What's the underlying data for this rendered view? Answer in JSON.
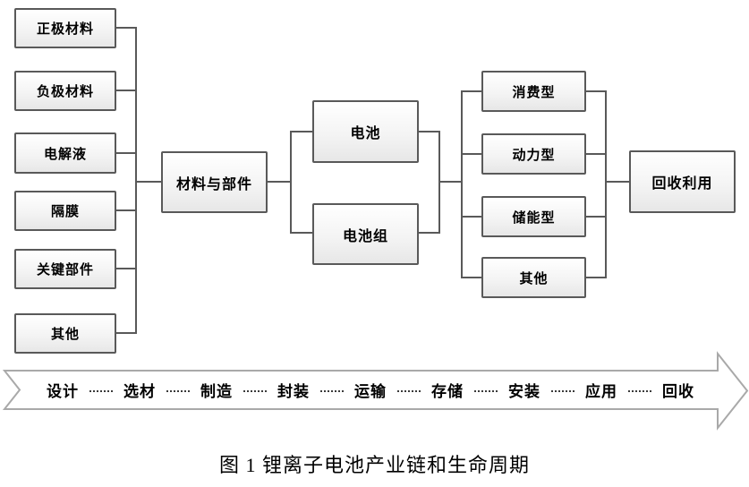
{
  "diagram": {
    "materials": [
      "正极材料",
      "负极材料",
      "电解液",
      "隔膜",
      "关键部件",
      "其他"
    ],
    "hub": "材料与部件",
    "products": [
      "电池",
      "电池组"
    ],
    "applications": [
      "消费型",
      "动力型",
      "储能型",
      "其他"
    ],
    "recycle": "回收利用",
    "lifecycle": [
      "设计",
      "选材",
      "制造",
      "封装",
      "运输",
      "存储",
      "安装",
      "应用",
      "回收"
    ],
    "caption": "图 1 锂离子电池产业链和生命周期",
    "colors": {
      "box_border": "#595959",
      "connector_line": "#595959",
      "box_fill_top": "#ffffff",
      "box_fill_bottom": "#e7e7e7",
      "arrow_border": "#a9a9a9",
      "arrow_fill": "#ffffff",
      "text": "#000000"
    }
  }
}
